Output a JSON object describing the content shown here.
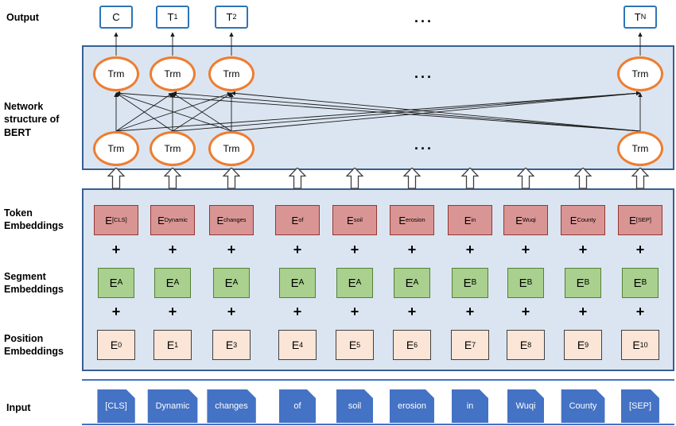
{
  "labels": {
    "output": "Output",
    "network": "Network structure of BERT",
    "token": "Token Embeddings",
    "segment": "Segment Embeddings",
    "position": "Position Embeddings",
    "input": "Input"
  },
  "output_row": {
    "boxes": [
      {
        "main": "C",
        "sub": ""
      },
      {
        "main": "T",
        "sub": "1"
      },
      {
        "main": "T",
        "sub": "2"
      },
      {
        "main": "T",
        "sub": "N"
      }
    ]
  },
  "trm_label": "Trm",
  "ellipsis": "...",
  "plus": "+",
  "embedding_prefix": "E",
  "columns": [
    {
      "token_sub": "[CLS]",
      "segment_sub": "A",
      "position_sub": "0",
      "input": "[CLS]"
    },
    {
      "token_sub": "Dynamic",
      "segment_sub": "A",
      "position_sub": "1",
      "input": "Dynamic"
    },
    {
      "token_sub": "changes",
      "segment_sub": "A",
      "position_sub": "3",
      "input": "changes"
    },
    {
      "token_sub": "of",
      "segment_sub": "A",
      "position_sub": "4",
      "input": "of"
    },
    {
      "token_sub": "soil",
      "segment_sub": "A",
      "position_sub": "5",
      "input": "soil"
    },
    {
      "token_sub": "erosion",
      "segment_sub": "A",
      "position_sub": "6",
      "input": "erosion"
    },
    {
      "token_sub": "in",
      "segment_sub": "B",
      "position_sub": "7",
      "input": "in"
    },
    {
      "token_sub": "Wuqi",
      "segment_sub": "B",
      "position_sub": "8",
      "input": "Wuqi"
    },
    {
      "token_sub": "County",
      "segment_sub": "B",
      "position_sub": "9",
      "input": "County"
    },
    {
      "token_sub": "[SEP]",
      "segment_sub": "B",
      "position_sub": "10",
      "input": "[SEP]"
    }
  ],
  "colors": {
    "panel_fill": "#dbe5f1",
    "panel_border": "#365f91",
    "trm_border": "#ed7d31",
    "output_border": "#2e75b6",
    "token_fill": "#d99594",
    "token_border": "#943634",
    "segment_fill": "#a9d08e",
    "segment_border": "#538135",
    "position_fill": "#fbe5d6",
    "position_border": "#404040",
    "input_fill": "#4472c4",
    "line_color": "#4472c4"
  }
}
